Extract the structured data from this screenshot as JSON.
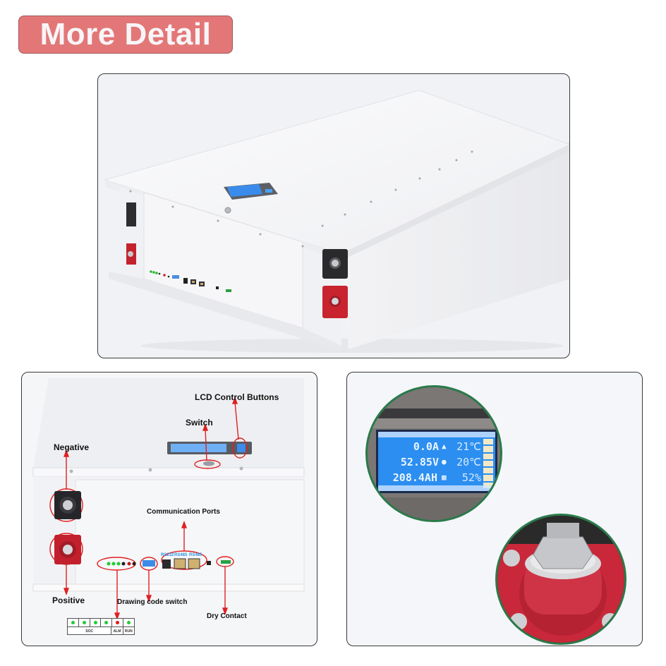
{
  "header": {
    "title": "More Detail"
  },
  "colors": {
    "badge_bg": "#e37777",
    "badge_text": "#f7f5f8",
    "annotation_red": "#e02020",
    "lcd_blue": "#2b8ef0",
    "port_label_blue": "#2e8fe0",
    "circle_border_green": "#2a7a4a",
    "terminal_red": "#c8283a"
  },
  "top_panel": {
    "image": "white rack-mounted lithium battery pack with LCD display, terminals and communication ports"
  },
  "detail_panel": {
    "labels": {
      "lcd_buttons": "LCD Control Buttons",
      "switch": "Switch",
      "negative": "Negative",
      "positive": "Positive",
      "comm_ports": "Communication Ports",
      "drawing_code_switch": "Drawing code switch",
      "dry_contact": "Dry Contact"
    },
    "ports": [
      "RS232",
      "RS485",
      "RS485"
    ],
    "indicator_table": {
      "leds": [
        "green",
        "green",
        "green",
        "green",
        "red",
        "green"
      ],
      "labels": [
        "SOC",
        "ALM",
        "RUN"
      ]
    }
  },
  "zoom_panel": {
    "lcd": {
      "rows": [
        {
          "value": "0.0A",
          "icon": "bell",
          "temp": "21℃"
        },
        {
          "value": "52.85V",
          "icon": "lock",
          "temp": "20℃"
        },
        {
          "value": "208.4AH",
          "icon": "battery",
          "temp": "52%"
        }
      ]
    },
    "terminal": "red positive terminal with hex bolt"
  }
}
